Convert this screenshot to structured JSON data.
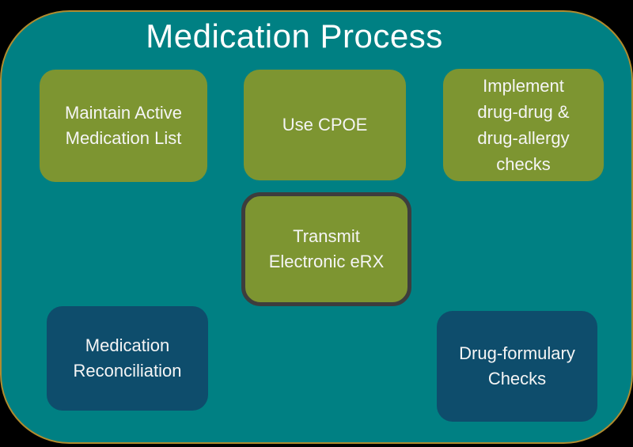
{
  "title": "Medication Process",
  "diagram": {
    "type": "process-diagram",
    "boxes": {
      "maintain": {
        "label": "Maintain Active\nMedication List",
        "color": "#7d9531"
      },
      "cpoe": {
        "label": "Use CPOE",
        "color": "#7d9531"
      },
      "implement": {
        "label": "Implement\ndrug-drug &\ndrug-allergy\nchecks",
        "color": "#7d9531"
      },
      "transmit": {
        "label": "Transmit\nElectronic eRX",
        "color": "#7d9531",
        "border_color": "#3d3d3d"
      },
      "reconcile": {
        "label": "Medication\nReconciliation",
        "color": "#0e4d6c"
      },
      "formulary": {
        "label": "Drug-formulary\nChecks",
        "color": "#0e4d6c"
      }
    }
  },
  "colors": {
    "background": "#000000",
    "container_fill": "#008083",
    "container_border": "#b08b2e",
    "green_box": "#7d9531",
    "blue_box": "#0e4d6c",
    "highlight_border": "#3d3d3d",
    "text": "#ffffff"
  }
}
